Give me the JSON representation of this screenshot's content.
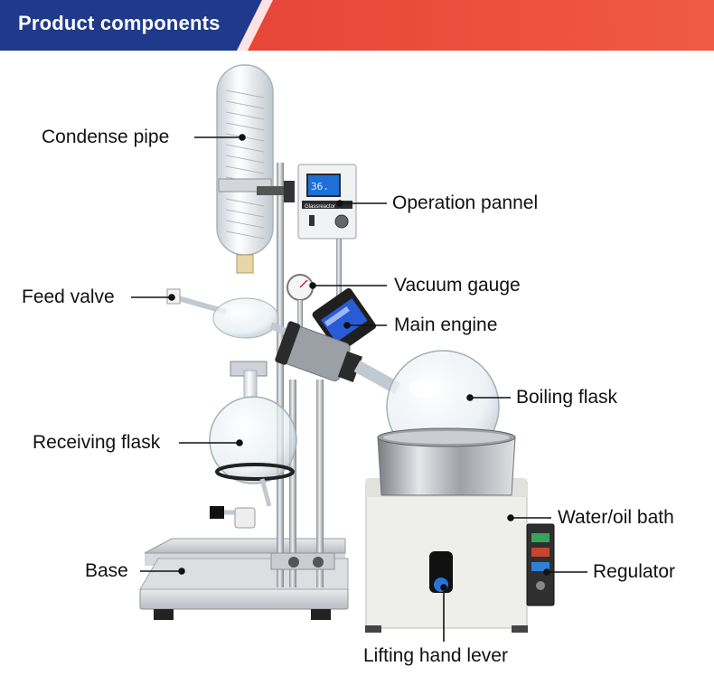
{
  "header": {
    "title": "Product components"
  },
  "panel": {
    "display_value": "36.",
    "brand_text": "Glassreactor"
  },
  "labels": {
    "condense_pipe": "Condense pipe",
    "feed_valve": "Feed valve",
    "receiving_flask": "Receiving flask",
    "base": "Base",
    "operation_pannel": "Operation pannel",
    "vacuum_gauge": "Vacuum gauge",
    "main_engine": "Main engine",
    "boiling_flask": "Boiling flask",
    "water_oil_bath": "Water/oil bath",
    "regulator": "Regulator",
    "lifting_hand_lever": "Lifting hand lever"
  },
  "colors": {
    "banner_blue": "#1f3a8a",
    "banner_red": "#e8473b",
    "panel_display": "#1e6fd8",
    "engine_blue": "#2a5bd7",
    "bath_body": "#eeeeea",
    "steel": "#c9ccd0"
  }
}
